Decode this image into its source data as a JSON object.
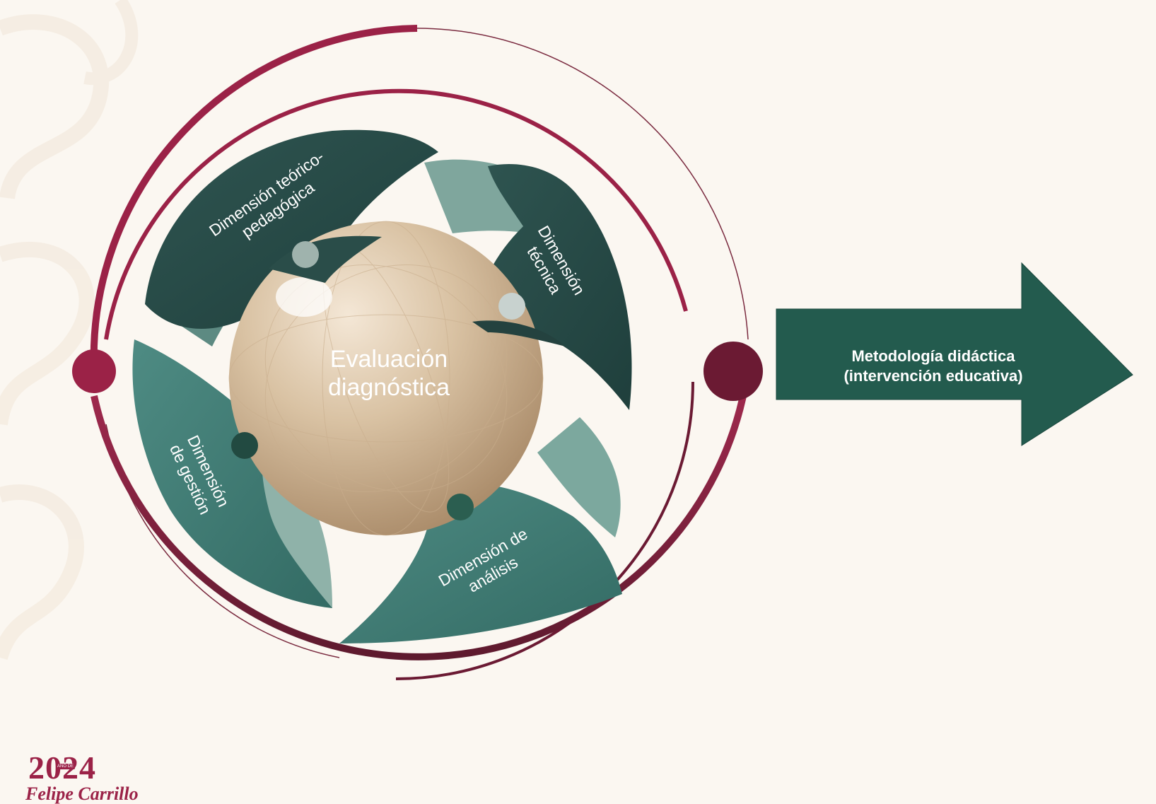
{
  "diagram": {
    "center": {
      "line1": "Evaluación",
      "line2": "diagnóstica"
    },
    "dimensions": [
      {
        "line1": "Dimensión teórico-",
        "line2": "pedagógica"
      },
      {
        "line1": "Dimensión",
        "line2": "técnica"
      },
      {
        "line1": "Dimensión",
        "line2": "de gestión"
      },
      {
        "line1": "Dimensión de",
        "line2": "análisis"
      }
    ],
    "arrow": {
      "line1": "Metodología didáctica",
      "line2": "(intervención educativa)"
    }
  },
  "logo": {
    "year": "2024",
    "tag": "AÑO DE",
    "name": "Felipe Carrillo"
  },
  "colors": {
    "ring": "#9b2247",
    "ring_dark": "#6b1a33",
    "petal_dark": "#2a4d49",
    "petal_mid": "#3f7c74",
    "petal_light": "#6fa59b",
    "sphere": "#d9c2a3",
    "arrow": "#235b4e",
    "background": "#fbf7f1"
  }
}
